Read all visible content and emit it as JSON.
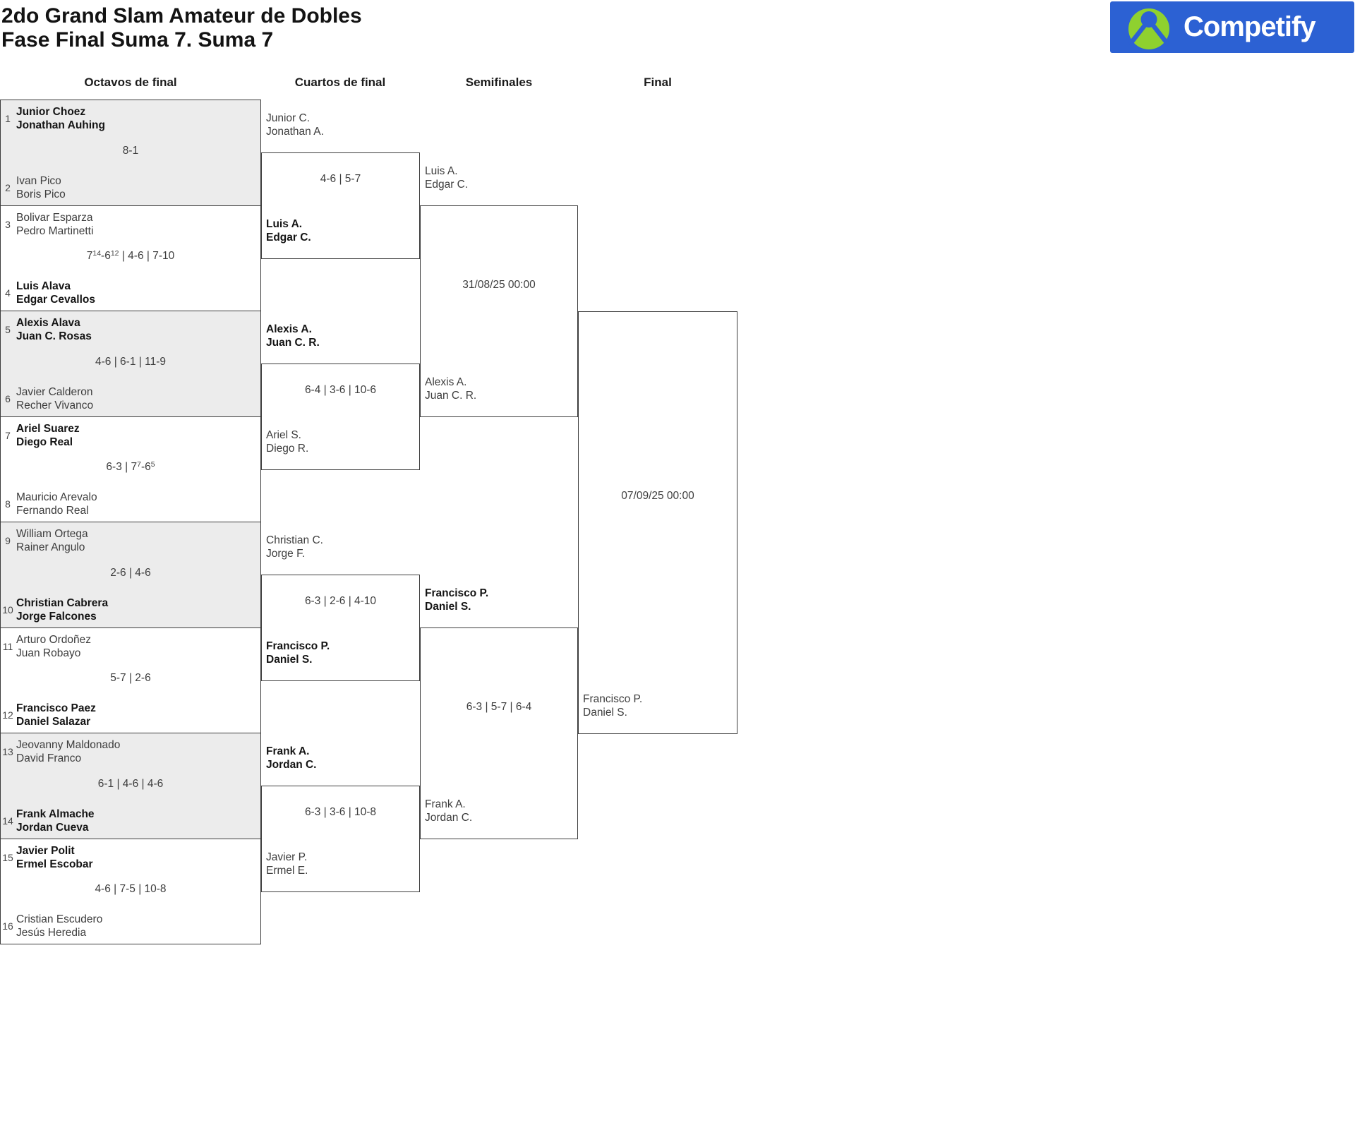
{
  "page": {
    "title_line1": "2do Grand Slam Amateur de Dobles",
    "title_line2": "Fase Final Suma 7. Suma 7"
  },
  "logo": {
    "text": "Competify",
    "icon": "person-in-circle-icon",
    "bg_color": "#2c61d3",
    "icon_color": "#8fd12f",
    "text_color": "#ffffff"
  },
  "round_headers": [
    "Octavos de final",
    "Cuartos de final",
    "Semifinales",
    "Final"
  ],
  "colors": {
    "box_border": "#3c3c3c",
    "shaded_box_bg": "#ececec",
    "text": "#3d3d3d",
    "winner_text": "#141414"
  },
  "bracket": {
    "round_of_16": [
      {
        "shaded": true,
        "top": {
          "seed": "1",
          "lines": [
            "Junior Choez",
            "Jonathan Auhing"
          ],
          "winner": true
        },
        "score": "8-1",
        "bottom": {
          "seed": "2",
          "lines": [
            "Ivan Pico",
            "Boris Pico"
          ],
          "winner": false
        }
      },
      {
        "shaded": false,
        "top": {
          "seed": "3",
          "lines": [
            "Bolivar Esparza",
            "Pedro Martinetti"
          ],
          "winner": false
        },
        "score": "7^14-6^12 | 4-6 | 7-10",
        "bottom": {
          "seed": "4",
          "lines": [
            "Luis Alava",
            "Edgar Cevallos"
          ],
          "winner": true
        }
      },
      {
        "shaded": true,
        "top": {
          "seed": "5",
          "lines": [
            "Alexis Alava",
            "Juan C. Rosas"
          ],
          "winner": true
        },
        "score": "4-6 | 6-1 | 11-9",
        "bottom": {
          "seed": "6",
          "lines": [
            "Javier Calderon",
            "Recher Vivanco"
          ],
          "winner": false
        }
      },
      {
        "shaded": false,
        "top": {
          "seed": "7",
          "lines": [
            "Ariel Suarez",
            "Diego Real"
          ],
          "winner": true
        },
        "score": "6-3 | 7^7-6^5",
        "bottom": {
          "seed": "8",
          "lines": [
            "Mauricio Arevalo",
            "Fernando Real"
          ],
          "winner": false
        }
      },
      {
        "shaded": true,
        "top": {
          "seed": "9",
          "lines": [
            "William Ortega",
            "Rainer Angulo"
          ],
          "winner": false
        },
        "score": "2-6 | 4-6",
        "bottom": {
          "seed": "10",
          "lines": [
            "Christian Cabrera",
            "Jorge Falcones"
          ],
          "winner": true
        }
      },
      {
        "shaded": false,
        "top": {
          "seed": "11",
          "lines": [
            "Arturo Ordoñez",
            "Juan Robayo"
          ],
          "winner": false
        },
        "score": "5-7 | 2-6",
        "bottom": {
          "seed": "12",
          "lines": [
            "Francisco Paez",
            "Daniel Salazar"
          ],
          "winner": true
        }
      },
      {
        "shaded": true,
        "top": {
          "seed": "13",
          "lines": [
            "Jeovanny Maldonado",
            "David Franco"
          ],
          "winner": false
        },
        "score": "6-1 | 4-6 | 4-6",
        "bottom": {
          "seed": "14",
          "lines": [
            "Frank Almache",
            "Jordan Cueva"
          ],
          "winner": true
        }
      },
      {
        "shaded": false,
        "top": {
          "seed": "15",
          "lines": [
            "Javier Polit",
            "Ermel Escobar"
          ],
          "winner": true
        },
        "score": "4-6 | 7-5 | 10-8",
        "bottom": {
          "seed": "16",
          "lines": [
            "Cristian Escudero",
            "Jesús Heredia"
          ],
          "winner": false
        }
      }
    ],
    "quarterfinals": [
      {
        "top": {
          "lines": [
            "Junior C.",
            "Jonathan A."
          ],
          "winner": false
        },
        "score": "4-6 | 5-7",
        "bottom": {
          "lines": [
            "Luis A.",
            "Edgar C."
          ],
          "winner": true
        }
      },
      {
        "top": {
          "lines": [
            "Alexis A.",
            "Juan C. R."
          ],
          "winner": true
        },
        "score": "6-4 | 3-6 | 10-6",
        "bottom": {
          "lines": [
            "Ariel S.",
            "Diego R."
          ],
          "winner": false
        }
      },
      {
        "top": {
          "lines": [
            "Christian C.",
            "Jorge F."
          ],
          "winner": false
        },
        "score": "6-3 | 2-6 | 4-10",
        "bottom": {
          "lines": [
            "Francisco P.",
            "Daniel S."
          ],
          "winner": true
        }
      },
      {
        "top": {
          "lines": [
            "Frank A.",
            "Jordan C."
          ],
          "winner": true
        },
        "score": "6-3 | 3-6 | 10-8",
        "bottom": {
          "lines": [
            "Javier P.",
            "Ermel E."
          ],
          "winner": false
        }
      }
    ],
    "semifinals": [
      {
        "top": {
          "lines": [
            "Luis A.",
            "Edgar C."
          ],
          "winner": false
        },
        "score": "31/08/25 00:00",
        "bottom": {
          "lines": [
            "Alexis A.",
            "Juan C. R."
          ],
          "winner": false
        }
      },
      {
        "top": {
          "lines": [
            "Francisco P.",
            "Daniel S."
          ],
          "winner": true
        },
        "score": "6-3 | 5-7 | 6-4",
        "bottom": {
          "lines": [
            "Frank A.",
            "Jordan C."
          ],
          "winner": false
        }
      }
    ],
    "final": [
      {
        "top": null,
        "score": "07/09/25 00:00",
        "bottom": {
          "lines": [
            "Francisco P.",
            "Daniel S."
          ],
          "winner": false
        }
      }
    ]
  }
}
